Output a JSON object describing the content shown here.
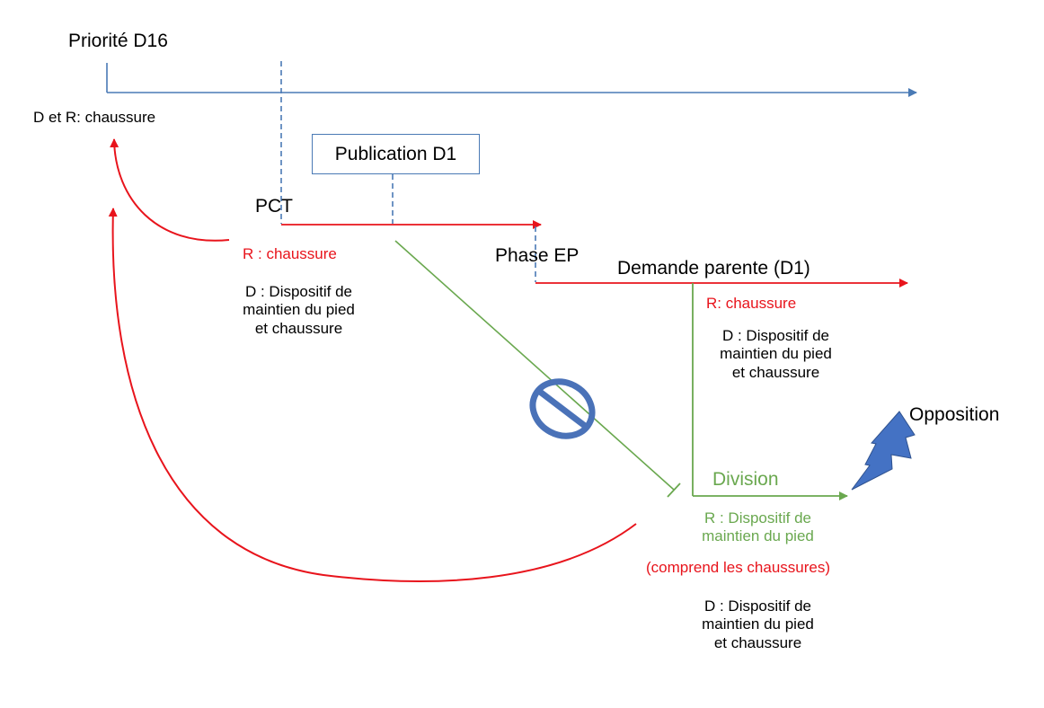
{
  "labels": {
    "priority": "Priorité D16",
    "priority_claims": "D et R: chaussure",
    "publication": "Publication D1",
    "pct": "PCT",
    "pct_r": "R : chaussure",
    "pct_d": [
      "D : Dispositif de",
      "maintien du pied",
      "et chaussure"
    ],
    "phase_ep": "Phase EP",
    "parent_title": "Demande parente (D1)",
    "parent_r": "R: chaussure",
    "parent_d": [
      "D : Dispositif de",
      "maintien du pied",
      "et chaussure"
    ],
    "opposition": "Opposition",
    "division_title": "Division",
    "division_r": [
      "R : Dispositif de",
      "maintien du pied"
    ],
    "division_r_note": "(comprend les chaussures)",
    "division_d": [
      "D : Dispositif de",
      "maintien du pied",
      "et chaussure"
    ]
  },
  "colors": {
    "blue_line": "#4a7ab5",
    "red_line": "#e8141c",
    "green_line": "#6aa84f",
    "prohibited_fill": "#4a72b8",
    "lightning_fill": "#4472c4"
  },
  "icons": {
    "prohibited": "prohibited-sign-icon",
    "lightning": "lightning-bolt-icon"
  }
}
